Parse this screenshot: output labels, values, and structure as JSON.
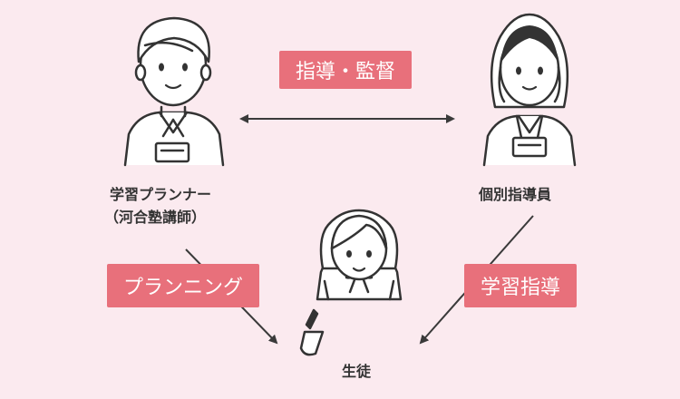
{
  "colors": {
    "background": "#fbeaef",
    "tag": "#e8707b",
    "line": "#3a3a3a"
  },
  "nodes": {
    "planner": {
      "name": "学習プランナー",
      "affiliation": "（河合塾講師）",
      "icon": "male-planner-illustration"
    },
    "tutor": {
      "name": "個別指導員",
      "icon": "female-tutor-illustration"
    },
    "student": {
      "name": "生徒",
      "icon": "female-student-illustration"
    }
  },
  "edges": {
    "planner_tutor": {
      "label": "指導・監督",
      "direction": "both"
    },
    "planner_student": {
      "label": "プランニング",
      "direction": "to-student"
    },
    "tutor_student": {
      "label": "学習指導",
      "direction": "to-student"
    }
  }
}
